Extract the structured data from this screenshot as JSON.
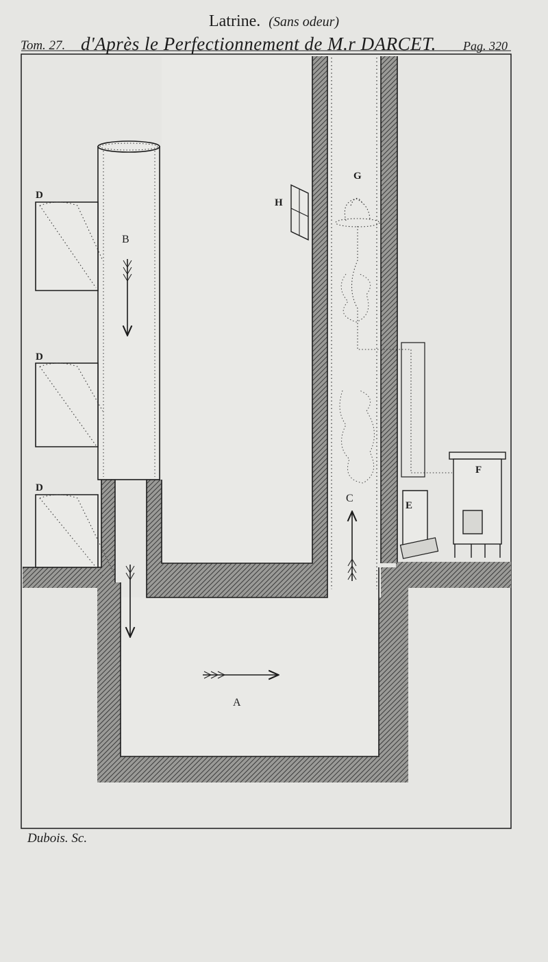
{
  "header": {
    "title": "Latrine.",
    "title_note": "(Sans odeur)",
    "tome": "Tom. 27.",
    "subtitle": "d'Après le Perfectionnement de M.r DARCET.",
    "page": "Pag. 320"
  },
  "footer": {
    "engraver": "Dubois. Sc."
  },
  "labels": {
    "A": "A",
    "B": "B",
    "C": "C",
    "D1": "D",
    "D2": "D",
    "D3": "D",
    "E": "E",
    "F": "F",
    "G": "G",
    "H": "H"
  },
  "colors": {
    "paper": "#e6e6e3",
    "ink": "#1c1c1c",
    "wall_hatch": "#555555"
  }
}
